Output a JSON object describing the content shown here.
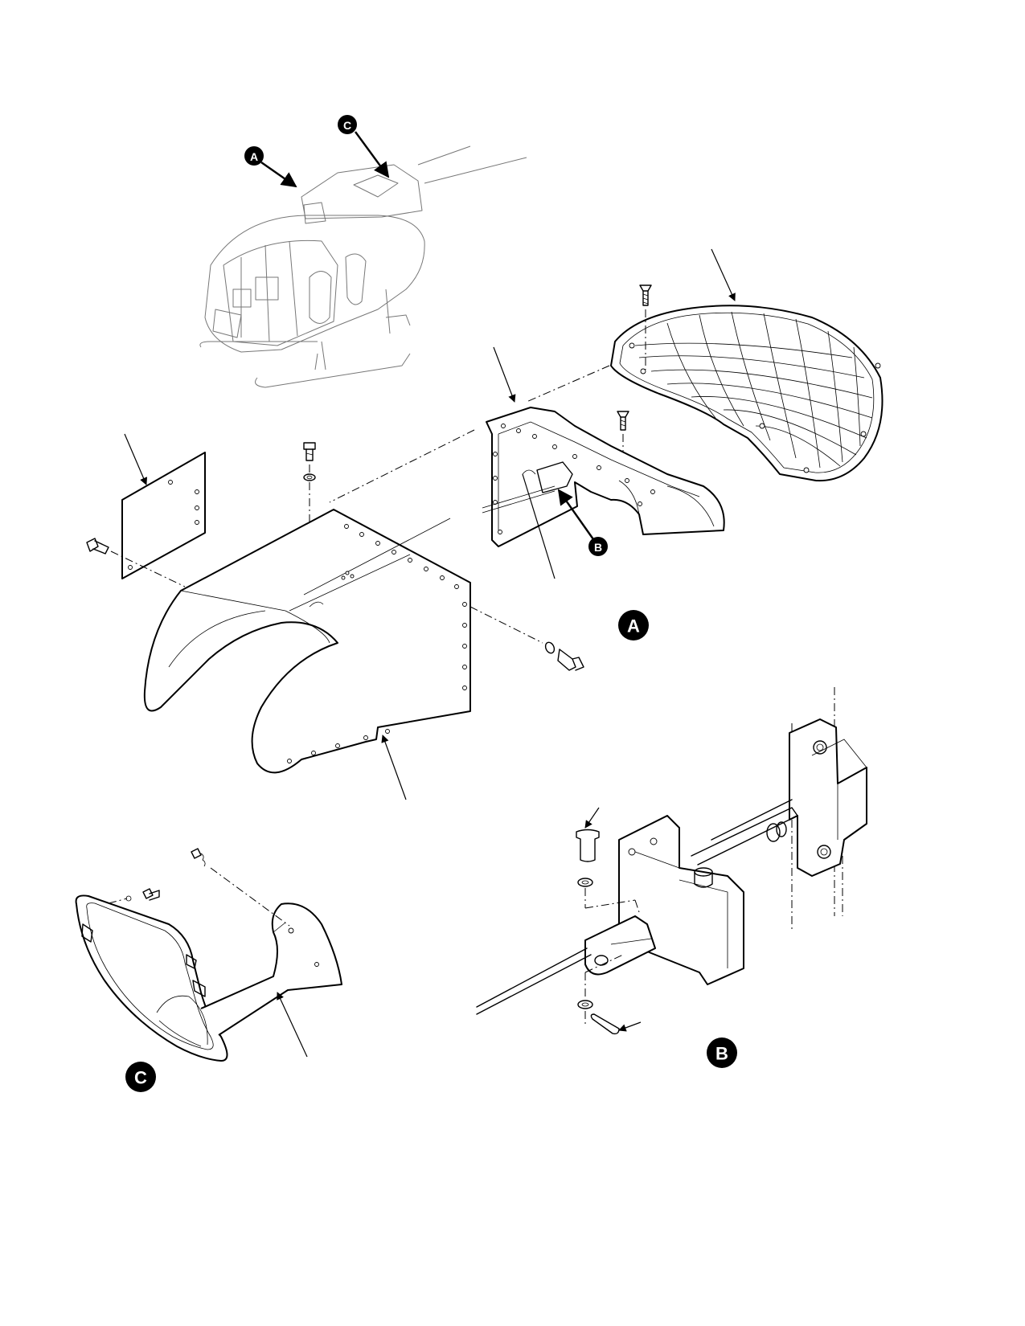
{
  "callouts": {
    "locator_a": "A",
    "locator_c": "C",
    "detail_a_label": "A",
    "detail_b_pointer": "B",
    "detail_b_label": "B",
    "detail_c_label": "C"
  },
  "colors": {
    "ink": "#000000",
    "ghost_outline": "#777777",
    "background": "#ffffff"
  }
}
